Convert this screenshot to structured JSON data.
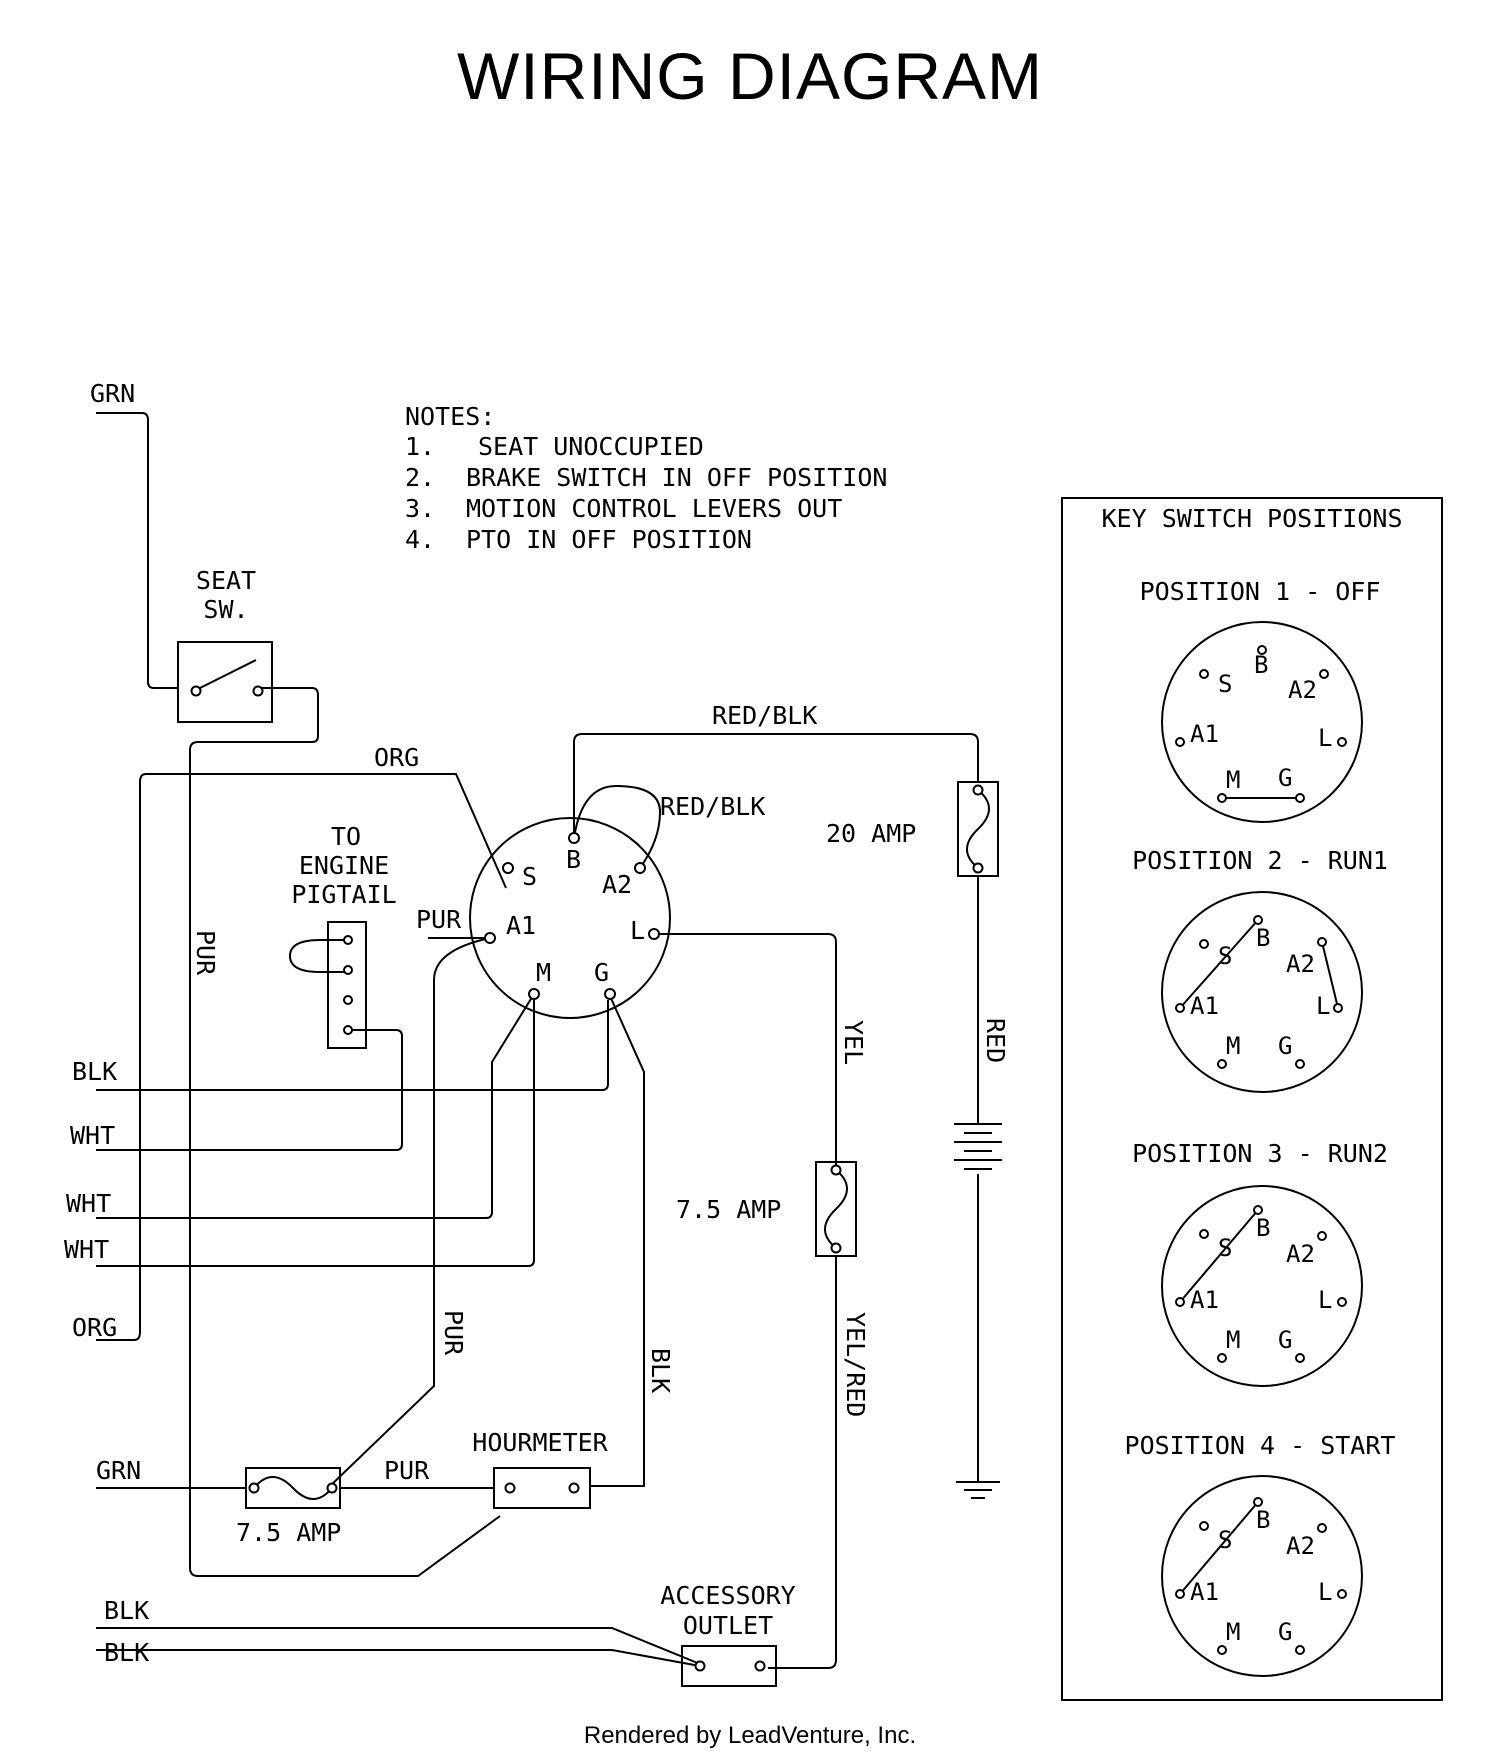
{
  "title": "WIRING DIAGRAM",
  "footer": "Rendered by LeadVenture, Inc.",
  "notes": {
    "heading": "NOTES:",
    "items": [
      {
        "num": "1.",
        "text": "SEAT UNOCCUPIED"
      },
      {
        "num": "2.",
        "text": "BRAKE SWITCH IN OFF POSITION"
      },
      {
        "num": "3.",
        "text": "MOTION CONTROL LEVERS OUT"
      },
      {
        "num": "4.",
        "text": "PTO IN OFF POSITION"
      }
    ]
  },
  "components": {
    "seat_switch": [
      "SEAT",
      "SW."
    ],
    "engine_pigtail": [
      "TO",
      "ENGINE",
      "PIGTAIL"
    ],
    "fuse_main": "20 AMP",
    "fuse_yel": "7.5 AMP",
    "fuse_grn": "7.5 AMP",
    "hourmeter": "HOURMETER",
    "accessory_outlet": [
      "ACCESSORY",
      "OUTLET"
    ]
  },
  "terminals": {
    "s": "S",
    "b": "B",
    "a2": "A2",
    "a1": "A1",
    "l": "L",
    "m": "M",
    "g": "G"
  },
  "wires": {
    "grn_top": "GRN",
    "org_top": "ORG",
    "red_blk_top": "RED/BLK",
    "red_blk_loop": "RED/BLK",
    "pur_left": "PUR",
    "pur_a1": "PUR",
    "blk": "BLK",
    "wht1": "WHT",
    "wht2": "WHT",
    "wht3": "WHT",
    "org_left": "ORG",
    "yel": "YEL",
    "red": "RED",
    "pur_lower": "PUR",
    "blk_right": "BLK",
    "yel_red": "YEL/RED",
    "grn_lower": "GRN",
    "pur_hm": "PUR",
    "blk_out1": "BLK",
    "blk_out2": "BLK"
  },
  "key_switch_positions": {
    "heading": "KEY SWITCH POSITIONS",
    "positions": [
      {
        "label": "POSITION 1 - OFF"
      },
      {
        "label": "POSITION 2 - RUN1"
      },
      {
        "label": "POSITION 3 - RUN2"
      },
      {
        "label": "POSITION 4 - START"
      }
    ]
  }
}
